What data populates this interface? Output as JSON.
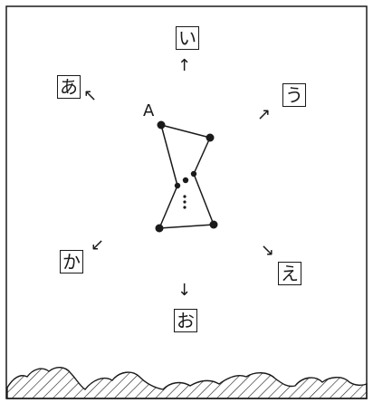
{
  "star_label": "A",
  "directions": {
    "up": "い",
    "upper_left": "あ",
    "upper_right": "う",
    "lower_left": "か",
    "lower_right": "え",
    "down": "お"
  },
  "arrows": {
    "up": "↑",
    "upper_left": "↖",
    "upper_right": "↗",
    "lower_left": "↙",
    "lower_right": "↘",
    "down": "↓"
  }
}
